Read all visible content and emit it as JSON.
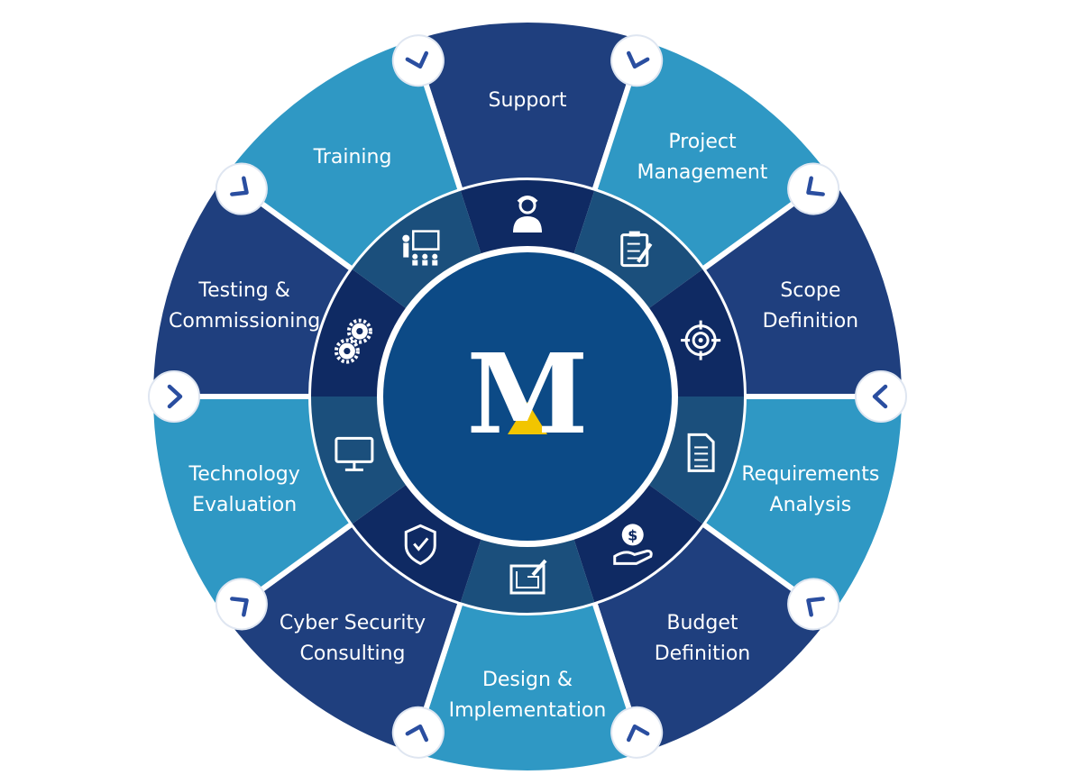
{
  "colors": {
    "dark_navy": "#1f3f7e",
    "light_blue": "#2f98c4",
    "inner_dark": "#0f2a63",
    "inner_light": "#1b4f7c",
    "center": "#0c4a86",
    "logo_accent": "#f2c500",
    "chevron": "#2a4ea0",
    "white": "#ffffff"
  },
  "segments": [
    {
      "id": "support",
      "lines": [
        "Support"
      ],
      "icon": "person-icon",
      "shade": "dark"
    },
    {
      "id": "project-management",
      "lines": [
        "Project",
        "Management"
      ],
      "icon": "clipboard-icon",
      "shade": "light"
    },
    {
      "id": "scope-definition",
      "lines": [
        "Scope",
        "Definition"
      ],
      "icon": "target-icon",
      "shade": "dark"
    },
    {
      "id": "requirements-analysis",
      "lines": [
        "Requirements",
        "Analysis"
      ],
      "icon": "document-icon",
      "shade": "light"
    },
    {
      "id": "budget-definition",
      "lines": [
        "Budget",
        "Definition"
      ],
      "icon": "money-hand-icon",
      "shade": "dark"
    },
    {
      "id": "design-implementation",
      "lines": [
        "Design &",
        "Implementation"
      ],
      "icon": "blueprint-icon",
      "shade": "light"
    },
    {
      "id": "cyber-security-consulting",
      "lines": [
        "Cyber Security",
        "Consulting"
      ],
      "icon": "shield-check-icon",
      "shade": "dark"
    },
    {
      "id": "technology-evaluation",
      "lines": [
        "Technology",
        "Evaluation"
      ],
      "icon": "monitor-icon",
      "shade": "light"
    },
    {
      "id": "testing-commissioning",
      "lines": [
        "Testing &",
        "Commissioning"
      ],
      "icon": "gears-icon",
      "shade": "dark"
    },
    {
      "id": "training",
      "lines": [
        "Training"
      ],
      "icon": "presentation-icon",
      "shade": "light"
    }
  ],
  "center": {
    "logo_letter": "M",
    "logo_icon": "logo-icon"
  },
  "connector_icon": "chevron-icon"
}
